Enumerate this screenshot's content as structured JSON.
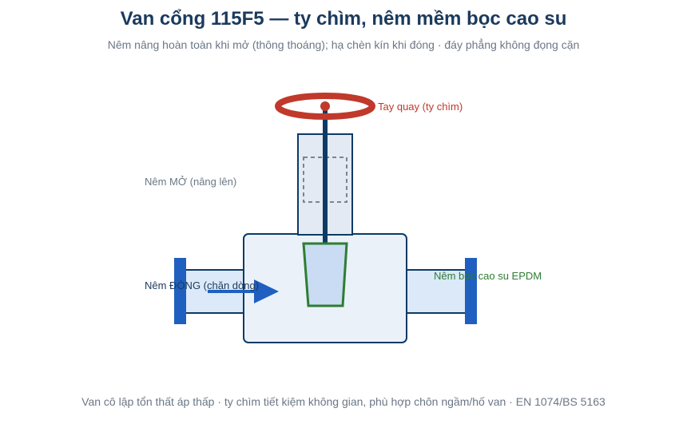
{
  "title": "Van cổng 115F5 — ty chìm, nêm mềm bọc cao su",
  "subtitle": "Nêm nâng hoàn toàn khi mở (thông thoáng); hạ chèn kín khi đóng · đáy phẳng không đọng cặn",
  "footer": "Van cô lập tổn thất áp thấp · ty chìm tiết kiệm không gian, phù hợp chôn ngầm/hố van · EN 1074/BS 5163",
  "labels": {
    "handwheel": "Tay quay (ty chìm)",
    "wedge_open": "Nêm MỞ (nâng lên)",
    "wedge_closed": "Nêm ĐÓNG (chặn dòng)",
    "wedge_rubber": "Nêm bọc cao su EPDM"
  },
  "colors": {
    "title": "#1b3a5c",
    "handwheel": "#c0392b",
    "stem": "#0d3b66",
    "flange": "#1f5fbf",
    "pipe_fill": "#dbe9f9",
    "body_fill": "#eaf1f9",
    "bonnet_fill": "#e3eaf3",
    "wedge_stroke": "#2e7d32",
    "wedge_fill": "#c9dcf3",
    "flow_arrow": "#1f5fbf"
  }
}
